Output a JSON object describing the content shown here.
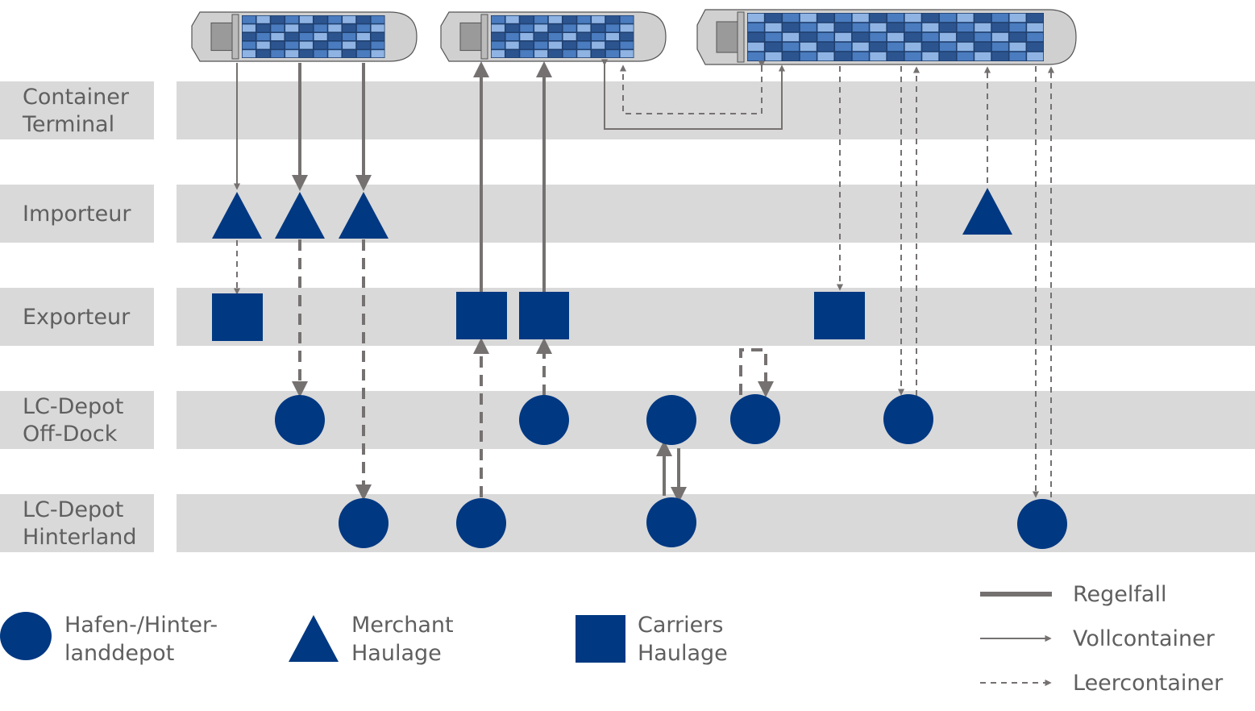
{
  "rows": [
    {
      "id": "terminal",
      "label": "Container\nTerminal"
    },
    {
      "id": "importeur",
      "label": "Importeur"
    },
    {
      "id": "exporteur",
      "label": "Exporteur"
    },
    {
      "id": "offdock",
      "label": "LC-Depot\nOff-Dock"
    },
    {
      "id": "hinterland",
      "label": "LC-Depot\nHinterland"
    }
  ],
  "symbol_legend": {
    "depot": "Hafen-/Hinter-\nlanddepot",
    "merchant": "Merchant\nHaulage",
    "carrier": "Carriers\nHaulage"
  },
  "line_legend": {
    "regular": "Regelfall",
    "full": "Vollcontainer",
    "empty": "Leercontainer"
  },
  "colors": {
    "band": "#d9d9d9",
    "symbol": "#003882",
    "arrow": "#767171",
    "text": "#5f5f5f",
    "ship_hull": "#d0d0d0",
    "container_dark": "#2c5590",
    "container_mid": "#4a7cbf",
    "container_light": "#8fb4e3"
  }
}
